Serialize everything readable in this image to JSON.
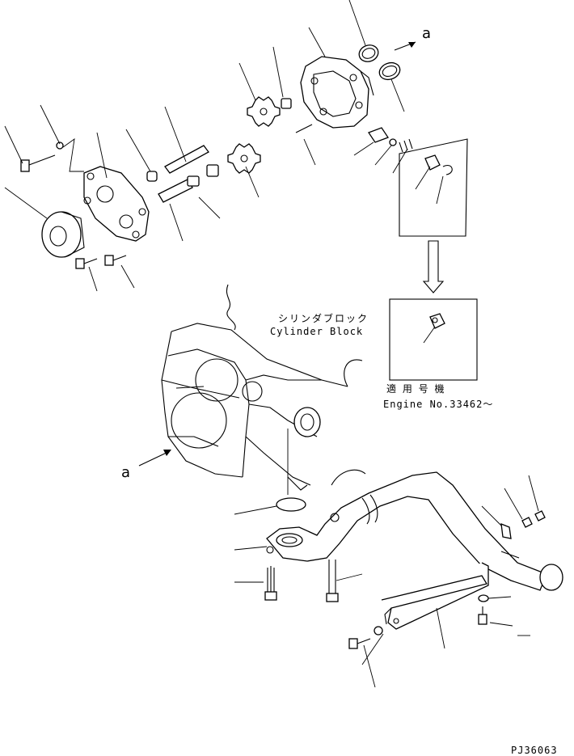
{
  "labels": {
    "arrow_ref_top": "a",
    "arrow_ref_left": "a",
    "cylinder_block_jp": "シリンダブロック",
    "cylinder_block_en": "Cylinder Block",
    "applicable_serial_jp": "適 用 号 機",
    "engine_no": "Engine No.33462～",
    "drawing_number": "PJ36063"
  }
}
